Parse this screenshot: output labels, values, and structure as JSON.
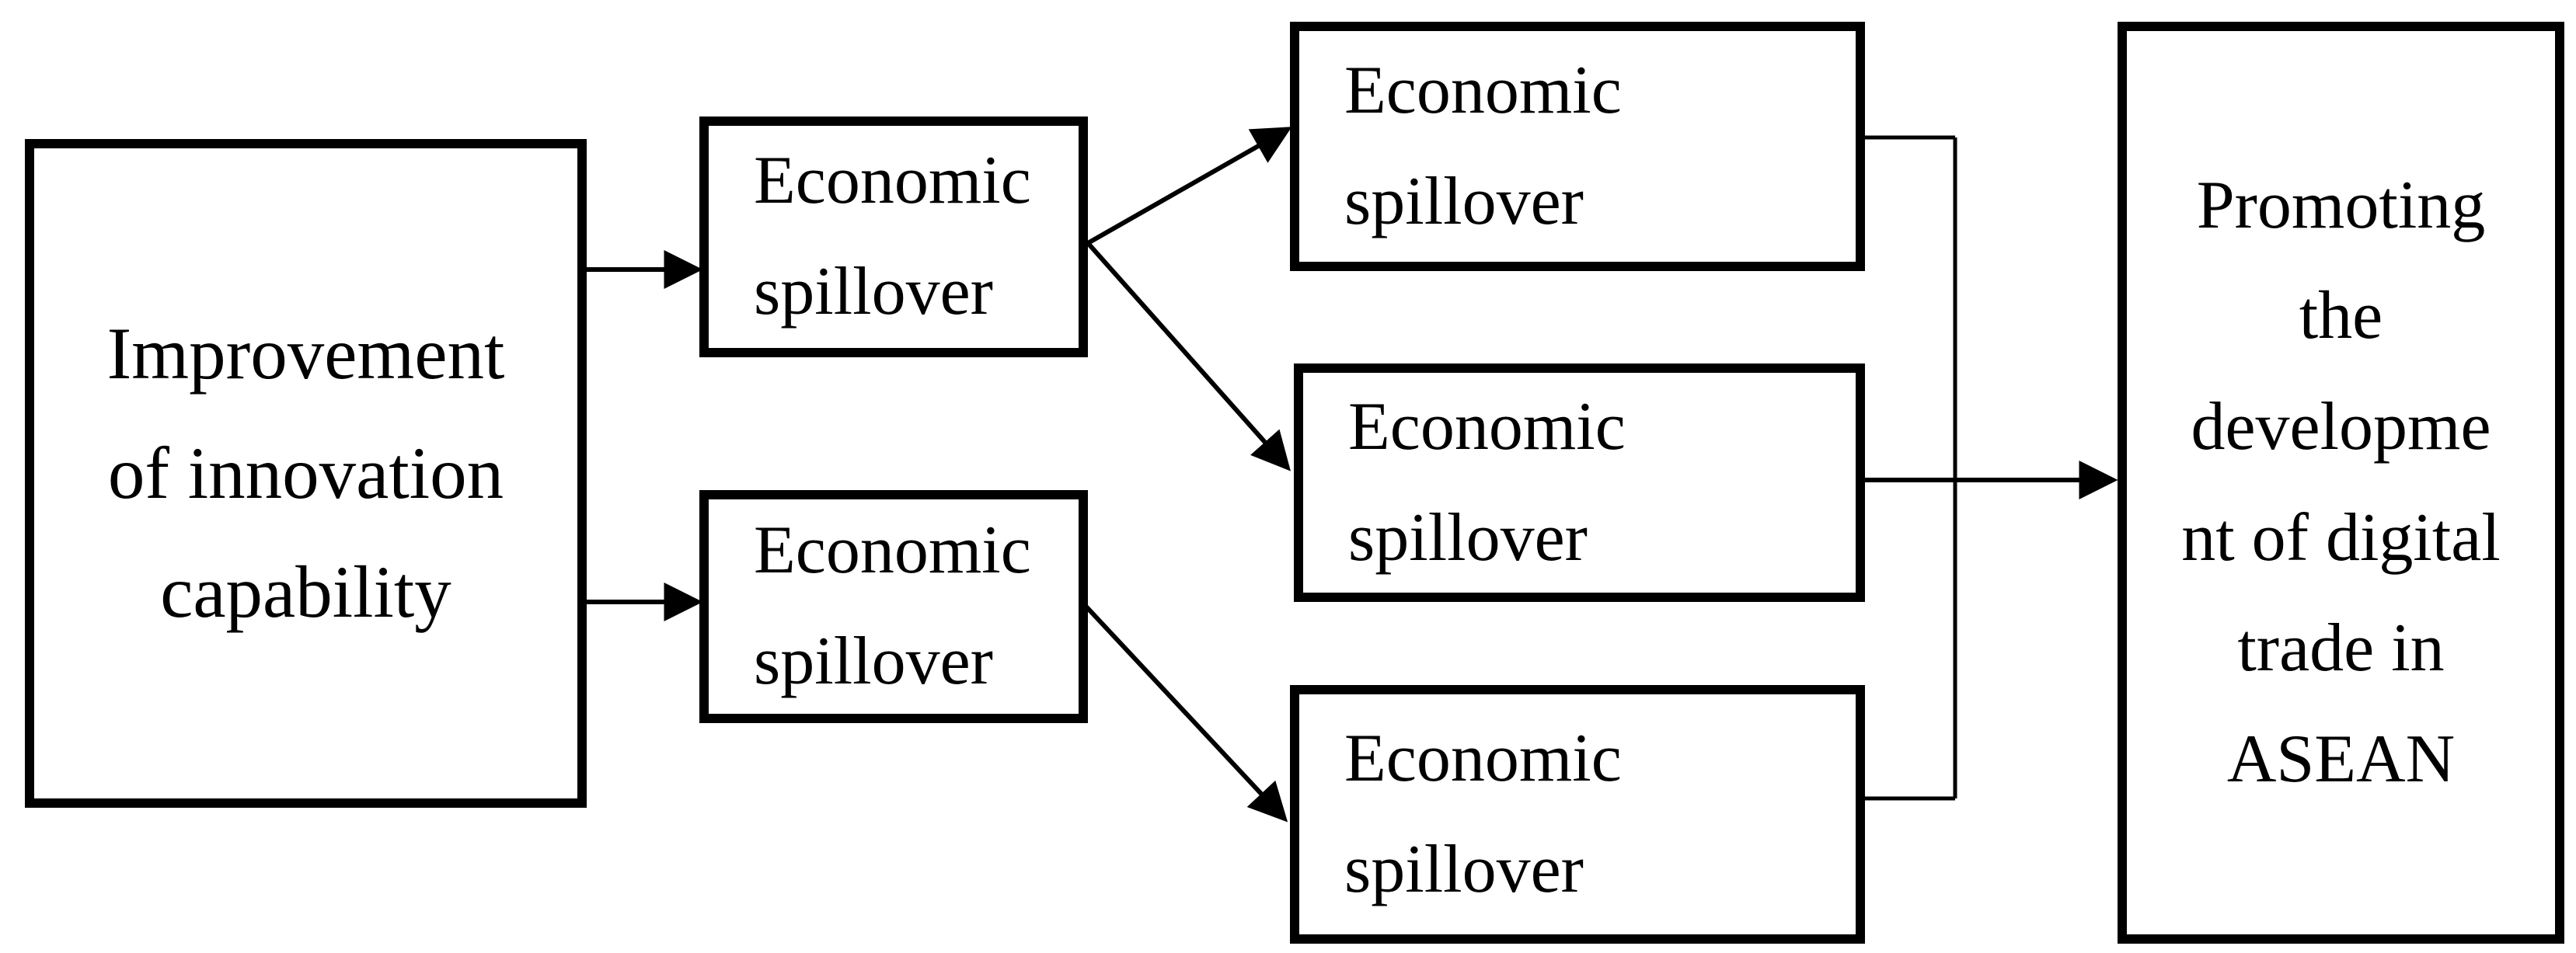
{
  "diagram": {
    "title": "",
    "background_color": "#ffffff",
    "line_color": "#000000",
    "box_border_color": "#000000",
    "nodes": {
      "source": {
        "label": "Improvement\nof innovation\ncapability"
      },
      "b1": {
        "label": "Economic\nspillover"
      },
      "b2": {
        "label": "Economic\nspillover"
      },
      "c1": {
        "label": "Economic\nspillover"
      },
      "c2": {
        "label": "Economic\nspillover"
      },
      "c3": {
        "label": "Economic\nspillover"
      },
      "outcome": {
        "label": "Promoting\nthe\ndevelopme\nnt of digital\ntrade in\nASEAN"
      }
    },
    "edges": [
      {
        "from": "source",
        "to": "b1",
        "arrow": true
      },
      {
        "from": "source",
        "to": "b2",
        "arrow": true
      },
      {
        "from": "b1",
        "to": "c1",
        "arrow": true
      },
      {
        "from": "b1",
        "to": "c2",
        "arrow": true
      },
      {
        "from": "b2",
        "to": "c3",
        "arrow": true
      },
      {
        "from": "c1",
        "to": "merge-connector",
        "arrow": false
      },
      {
        "from": "c3",
        "to": "merge-connector",
        "arrow": false
      },
      {
        "from": "c2",
        "to": "outcome",
        "arrow": true
      }
    ]
  }
}
